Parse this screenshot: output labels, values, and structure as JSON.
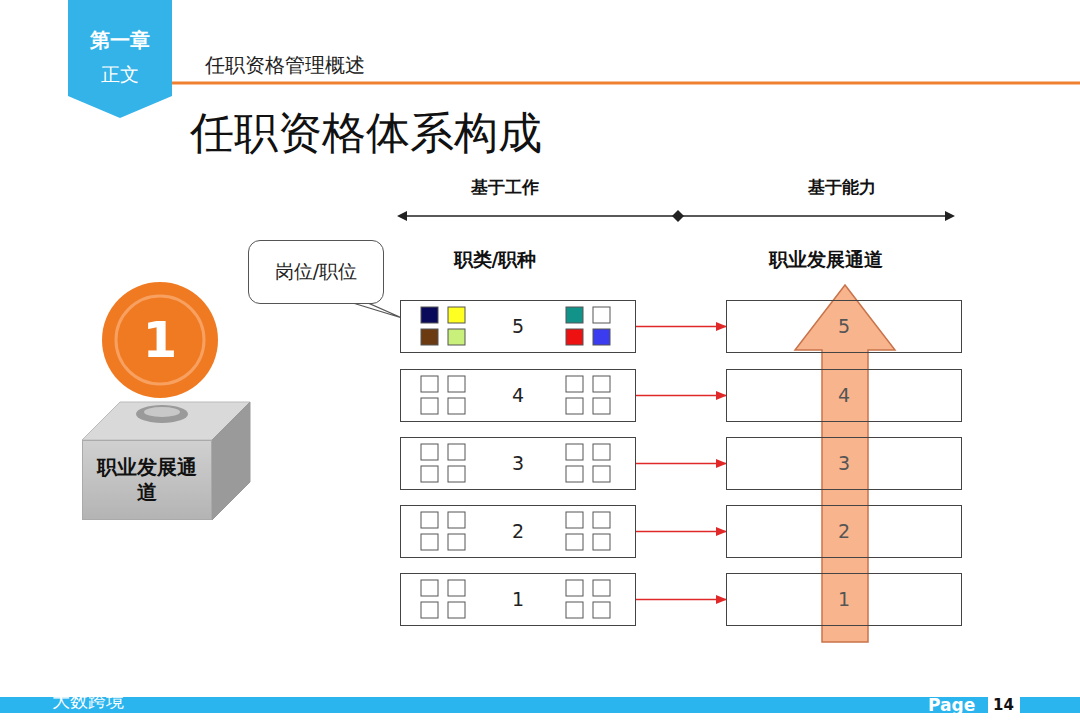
{
  "diagram": {
    "title": "任职资格体系构成",
    "nodes": [
      {
        "text": [
          "第一章",
          "正文"
        ]
      },
      {
        "text": [
          "岗位/职位"
        ]
      },
      {
        "text": [
          "1"
        ]
      },
      {
        "text": [
          "职业发展通道"
        ]
      },
      {
        "text": [
          "5"
        ]
      },
      {
        "text": [
          "5"
        ]
      },
      {
        "text": [
          "4"
        ]
      },
      {
        "text": [
          "4"
        ]
      },
      {
        "text": [
          "3"
        ]
      },
      {
        "text": [
          "3"
        ]
      },
      {
        "text": [
          "2"
        ]
      },
      {
        "text": [
          "2"
        ]
      },
      {
        "text": [
          "1"
        ]
      },
      {
        "text": [
          "1"
        ]
      }
    ],
    "edges": [
      {
        "from": 4,
        "to": 5,
        "arrow": "to"
      },
      {
        "from": 6,
        "to": 7,
        "arrow": "to"
      },
      {
        "from": 8,
        "to": 9,
        "arrow": "to"
      },
      {
        "from": 10,
        "to": 11,
        "arrow": "to"
      },
      {
        "from": 12,
        "to": 13,
        "arrow": "to"
      }
    ],
    "labels": [
      "任职资格管理概述",
      "基于工作",
      "基于能力",
      "职类/职种",
      "职业发展通道",
      "大数跨境",
      "Page",
      "14"
    ]
  }
}
